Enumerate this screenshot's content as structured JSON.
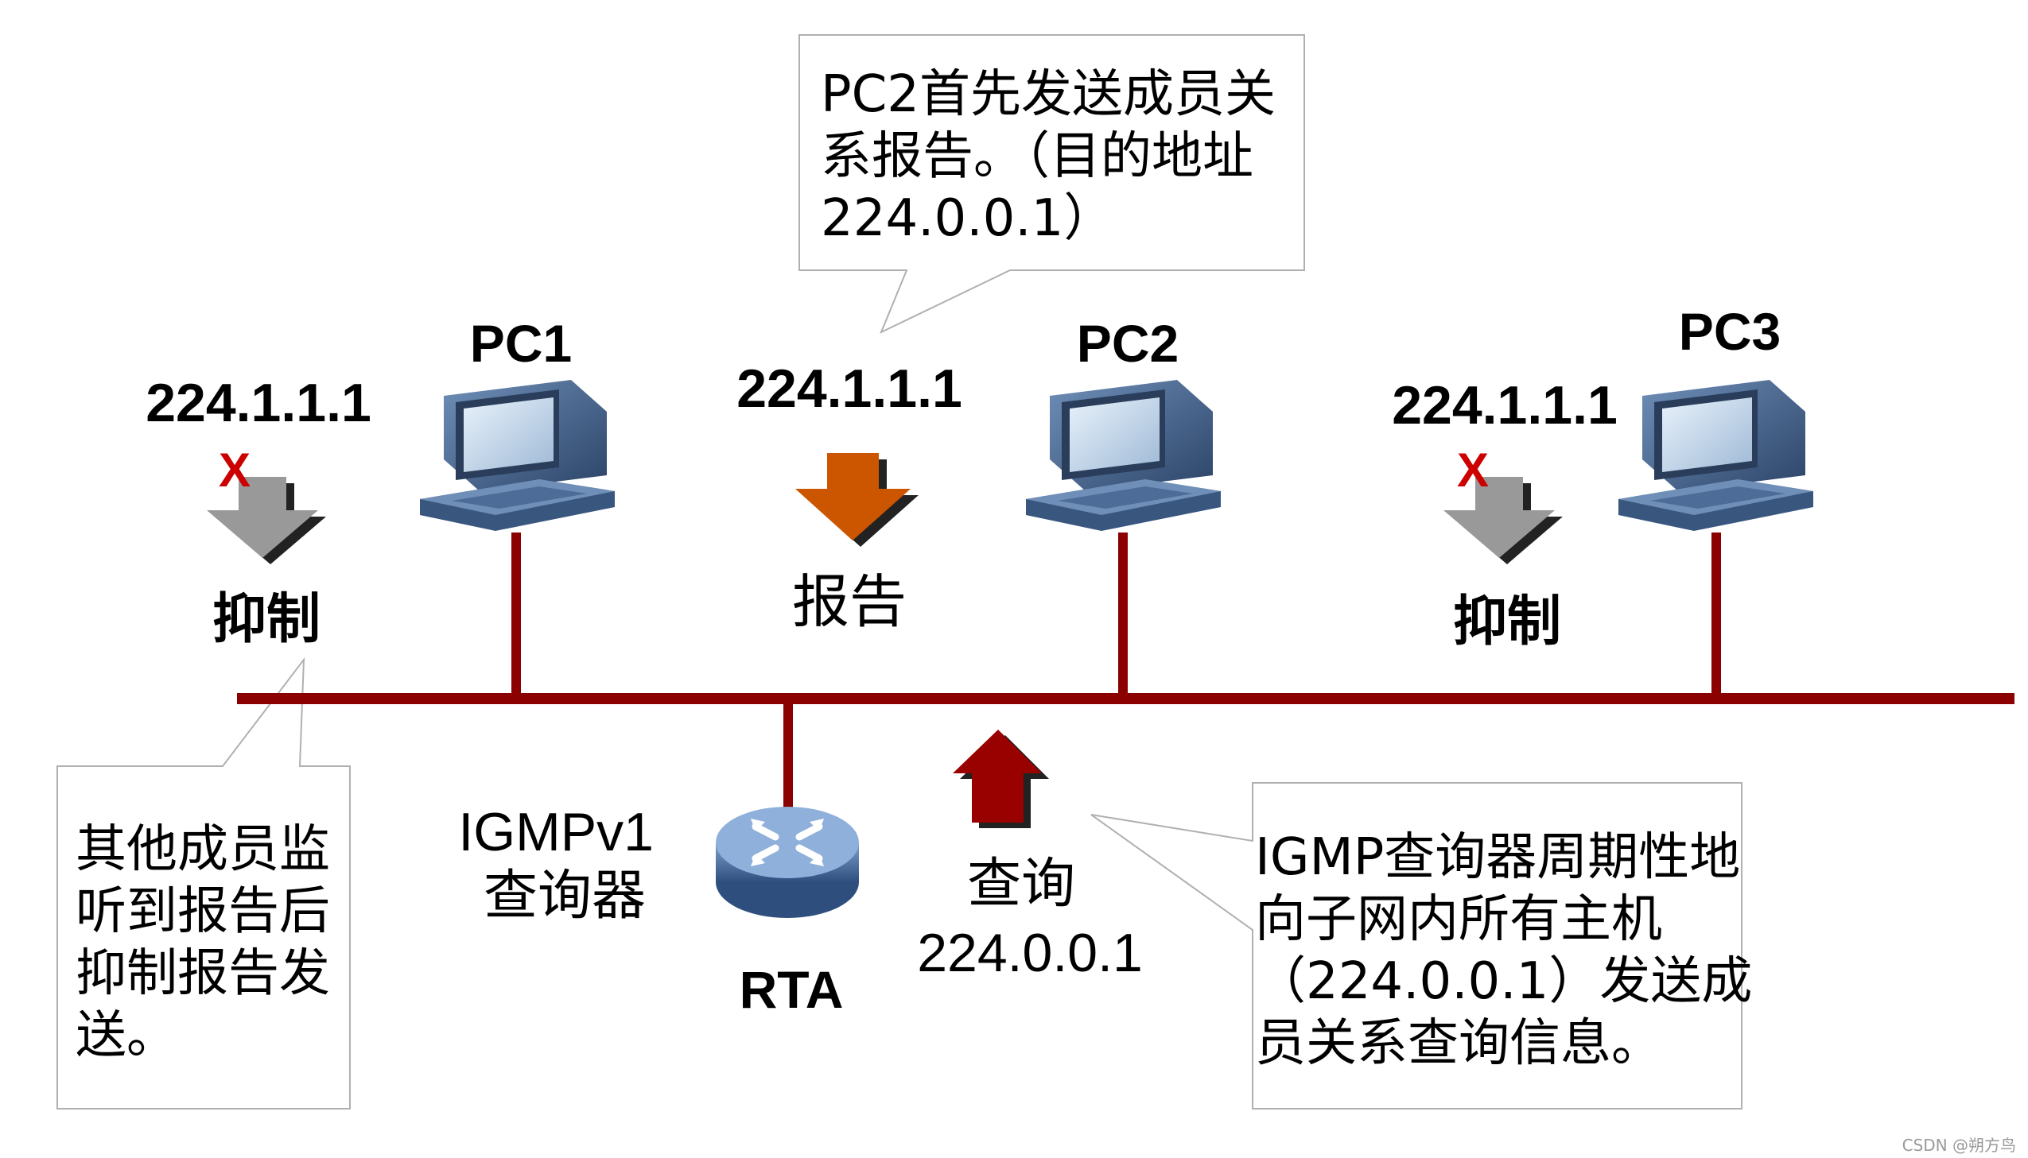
{
  "colors": {
    "bus": "#8b0000",
    "report_arrow": "#cc5500",
    "suppress_arrow": "#999999",
    "suppress_x": "#cc0000",
    "query_arrow": "#990000",
    "callout_border": "#b0b0b0",
    "monitor_body": "#3d5a80",
    "screen": "#cfe0f0"
  },
  "hosts": [
    {
      "name": "PC1",
      "group": "224.1.1.1",
      "action": "抑制",
      "arrow": "suppressed"
    },
    {
      "name": "PC2",
      "group": "224.1.1.1",
      "action": "报告",
      "arrow": "report"
    },
    {
      "name": "PC3",
      "group": "224.1.1.1",
      "action": "抑制",
      "arrow": "suppressed"
    }
  ],
  "router": {
    "name": "RTA",
    "role_lines": [
      "IGMPv1",
      "查询器"
    ]
  },
  "query": {
    "label_lines": [
      "查询",
      "224.0.0.1"
    ]
  },
  "callouts": {
    "pc2_report": [
      "PC2首先发送成员关",
      "系报告。（目的地址",
      "224.0.0.1）"
    ],
    "suppress": [
      "其他成员监",
      "听到报告后",
      "抑制报告发",
      "送。"
    ],
    "querier": [
      "IGMP查询器周期性地",
      "向子网内所有主机",
      "（224.0.0.1）发送成",
      "员关系查询信息。"
    ]
  },
  "marks": {
    "suppress_x": "X"
  },
  "watermark": "CSDN @朔方鸟"
}
